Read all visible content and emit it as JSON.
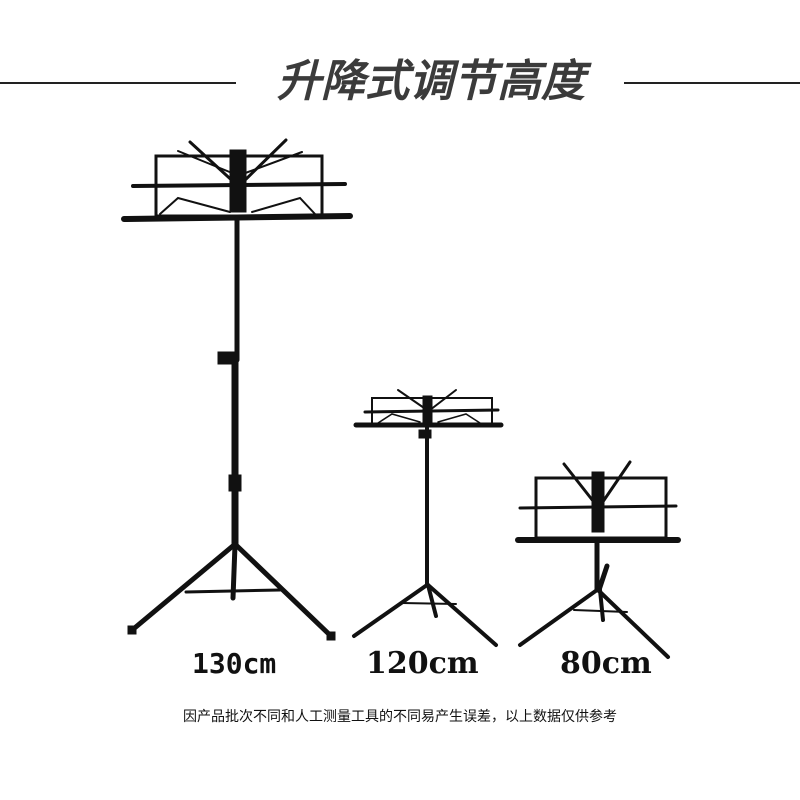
{
  "header": {
    "title": "升降式调节高度"
  },
  "stands": [
    {
      "height_label": "130cm"
    },
    {
      "height_label": "120cm"
    },
    {
      "height_label": "80cm"
    }
  ],
  "footer": {
    "disclaimer": "因产品批次不同和人工测量工具的不同易产生误差，以上数据仅供参考"
  },
  "colors": {
    "stand": "#111111",
    "title": "#3b3b3b",
    "rule": "#222222",
    "background": "#ffffff"
  }
}
